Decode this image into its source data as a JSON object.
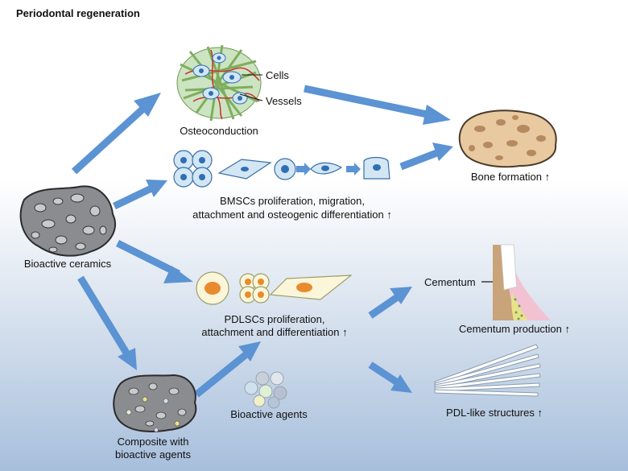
{
  "title": "Periodontal regeneration",
  "labels": {
    "cells": "Cells",
    "vessels": "Vessels",
    "osteoconduction": "Osteoconduction",
    "bone_formation": "Bone formation ↑",
    "bmsc_line1": "BMSCs proliferation, migration,",
    "bmsc_line2": "attachment and osteogenic differentiation ↑",
    "bioactive_ceramics": "Bioactive ceramics",
    "pdlsc_line1": "PDLSCs proliferation,",
    "pdlsc_line2": "attachment and differentiation ↑",
    "cementum": "Cementum",
    "cementum_production": "Cementum production ↑",
    "bioactive_agents": "Bioactive agents",
    "pdl_like": "PDL-like structures ↑",
    "composite_line1": "Composite with",
    "composite_line2": "bioactive agents"
  },
  "colors": {
    "arrow": "#5b93d3",
    "ceramic": "#8a8c90",
    "bone": "#e9c9a0",
    "bone_spots": "#b58a5f",
    "cell_fill": "#d2e6f4",
    "nucleus": "#2f6fb3",
    "scaffold_green": "#9cc47a",
    "vessel_red": "#c8332f",
    "pdlsc_nucleus": "#e88a2d",
    "cementum_tan": "#c9a37a",
    "pdl_pink": "#f2c2d3"
  }
}
